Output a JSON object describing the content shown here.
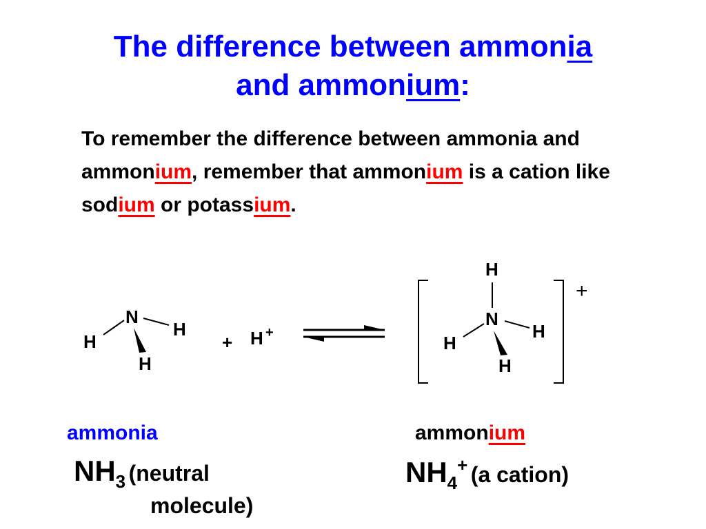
{
  "title": {
    "line1_a": "The difference between ammon",
    "line1_u": "ia",
    "line2_a": "and ammon",
    "line2_u": "ium",
    "line2_b": ":"
  },
  "paragraph": {
    "p1": "To remember the difference between ammonia and ammon",
    "r1": "ium",
    "p2": ", remember that ammon",
    "r2": "ium",
    "p3": " is a cation like sod",
    "r3": "ium",
    "p4": " or potass",
    "r4": "ium",
    "p5": "."
  },
  "reaction": {
    "nh3": {
      "n": "N",
      "h1": "H",
      "h2": "H",
      "h3": "H"
    },
    "plus": "+",
    "proton": {
      "h": "H",
      "charge": "+"
    },
    "nh4": {
      "n": "N",
      "h_top": "H",
      "h_left": "H",
      "h_right": "H",
      "h_bottom": "H",
      "charge": "+"
    }
  },
  "labels": {
    "ammonia": "ammonia",
    "ammonium_a": "ammon",
    "ammonium_u": "ium",
    "nh3_main": "NH",
    "nh3_sub": "3",
    "nh3_desc_1": "(neutral",
    "nh3_desc_2": "molecule)",
    "nh4_main": "NH",
    "nh4_sub": "4",
    "nh4_sup": "+",
    "nh4_desc": "(a cation)"
  },
  "colors": {
    "title": "#0000ff",
    "highlight": "#ff0000",
    "text": "#000000"
  }
}
